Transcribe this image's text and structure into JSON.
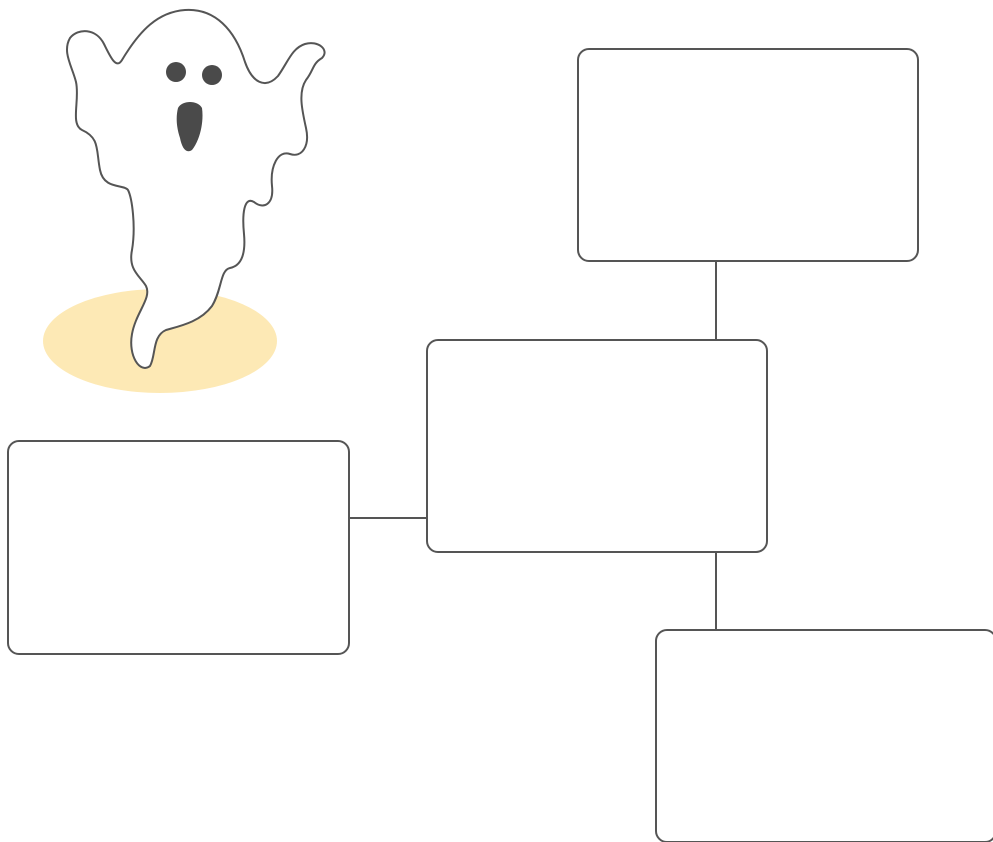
{
  "diagram": {
    "colors": {
      "outline": "#555555",
      "background": "#ffffff",
      "shadow": "#fde9b5",
      "ghost_face": "#4a4a4a"
    },
    "illustration": {
      "icon": "ghost-icon"
    },
    "boxes": [
      {
        "id": "top",
        "label": ""
      },
      {
        "id": "middle",
        "label": ""
      },
      {
        "id": "left",
        "label": ""
      },
      {
        "id": "bottom",
        "label": ""
      }
    ],
    "connections": [
      {
        "from": "top",
        "to": "middle"
      },
      {
        "from": "left",
        "to": "middle"
      },
      {
        "from": "middle",
        "to": "bottom"
      }
    ]
  }
}
